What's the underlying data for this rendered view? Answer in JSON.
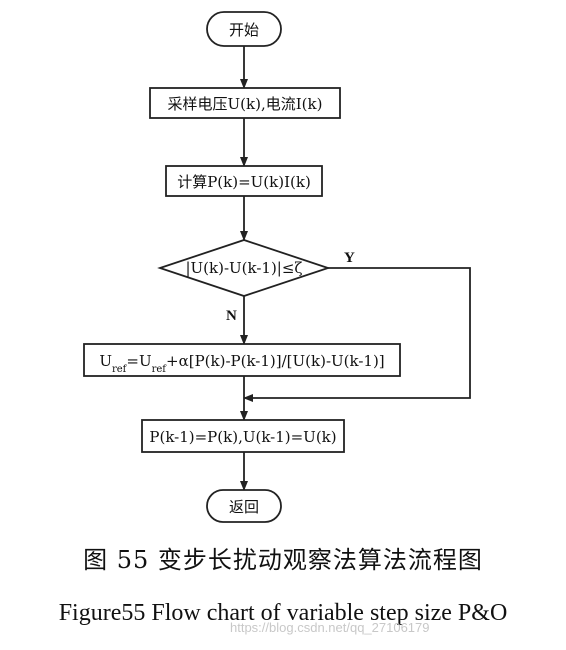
{
  "flowchart": {
    "start": "开始",
    "sample": "采样电压U(k),电流I(k)",
    "compute": "计算P(k)=U(k)I(k)",
    "decision": "|U(k)-U(k-1)|≤ζ",
    "yes_label": "Y",
    "no_label": "N",
    "update_parts": {
      "u1": "U",
      "ref1": "ref",
      "eq": "=U",
      "ref2": "ref",
      "rest": "+α[P(k)-P(k-1)]/[U(k)-U(k-1)]"
    },
    "store": "P(k-1)=P(k),U(k-1)=U(k)",
    "end": "返回"
  },
  "caption": {
    "chinese": "图  55  变步长扰动观察法算法流程图",
    "english": "Figure55 Flow chart of variable step size P&O"
  },
  "watermark": "https://blog.csdn.net/qq_27106179"
}
